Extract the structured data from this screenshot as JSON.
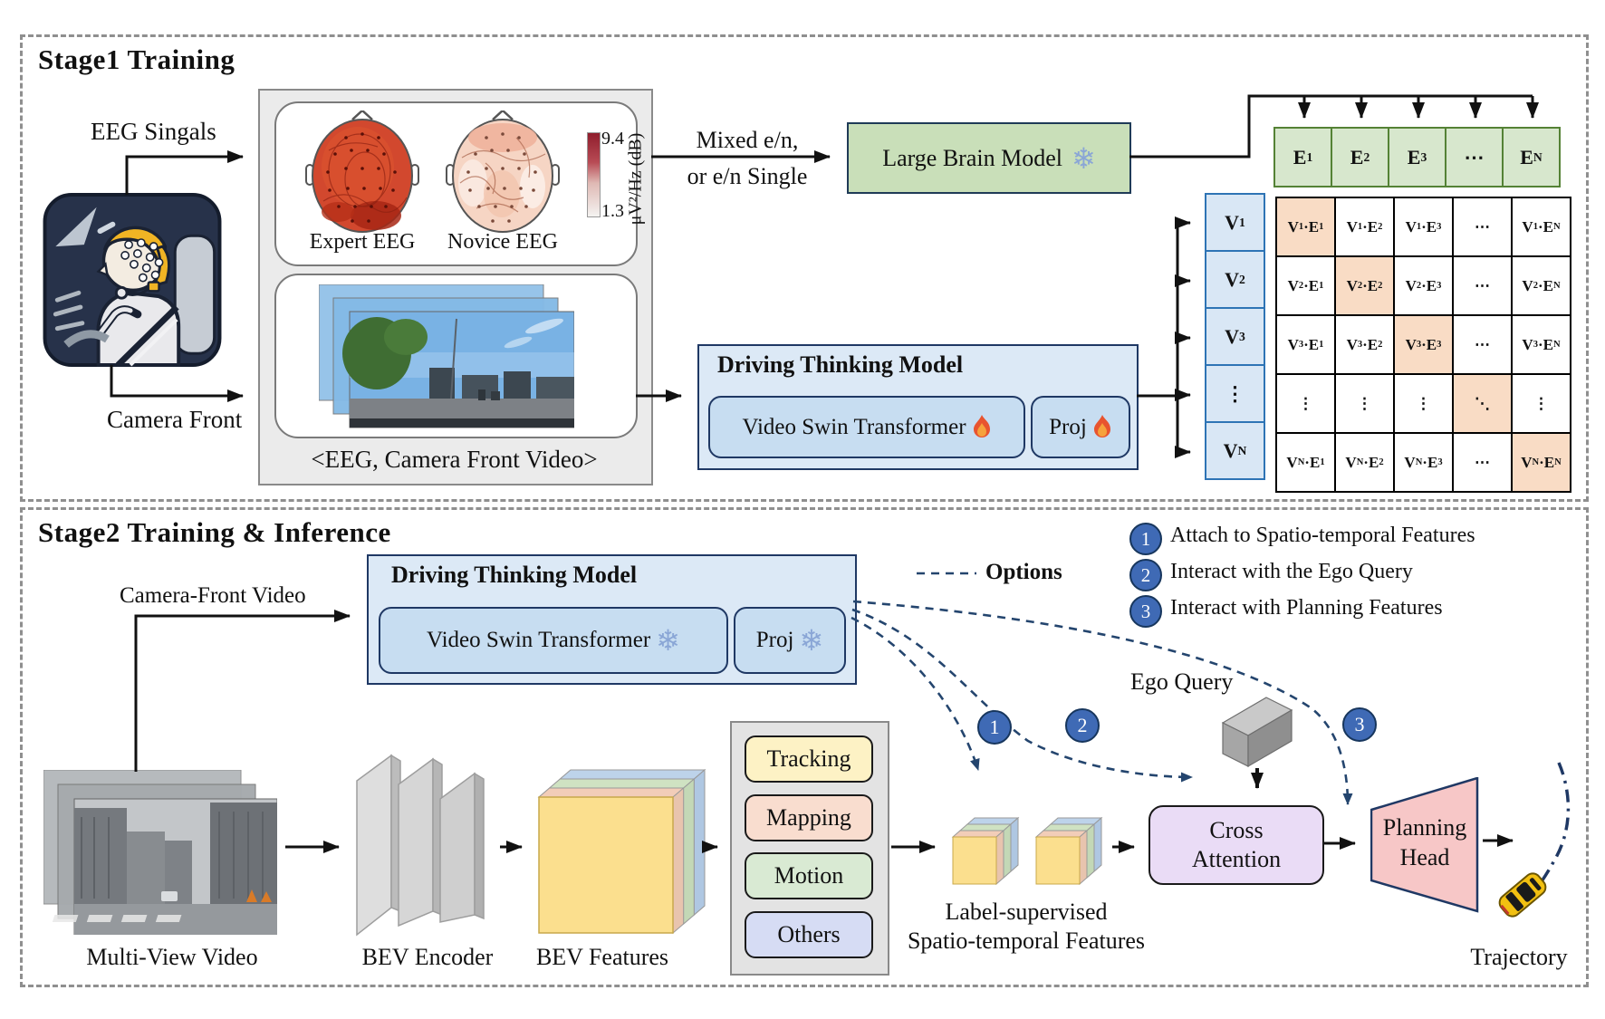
{
  "stage1": {
    "title": "Stage1 Training",
    "eeg_signals_label": "EEG Singals",
    "camera_front_label": "Camera Front",
    "eeg_panel": {
      "expert_label": "Expert EEG",
      "novice_label": "Novice EEG",
      "colorbar_max": "9.4",
      "colorbar_min": "1.3",
      "colorbar_unit": "μV²/Hz (dB)"
    },
    "pair_caption": "<EEG, Camera Front Video>",
    "mixed_line1": "Mixed e/n,",
    "mixed_line2": "or e/n Single",
    "large_brain_model_label": "Large Brain Model",
    "dtm": {
      "title": "Driving Thinking Model",
      "vst_label": "Video Swin Transformer",
      "proj_label": "Proj"
    },
    "embeddings": {
      "video_labels": [
        "V_1",
        "V_2",
        "V_3",
        "⋮",
        "V_N"
      ],
      "eeg_labels": [
        "E_1",
        "E_2",
        "E_3",
        "⋯",
        "E_N"
      ]
    },
    "matrix": {
      "rows": [
        [
          "V_1·E_1",
          "V_1·E_2",
          "V_1·E_3",
          "⋯",
          "V_1·E_N"
        ],
        [
          "V_2·E_1",
          "V_2·E_2",
          "V_2·E_3",
          "⋯",
          "V_2·E_N"
        ],
        [
          "V_3·E_1",
          "V_3·E_2",
          "V_3·E_3",
          "⋯",
          "V_3·E_N"
        ],
        [
          "⋮",
          "⋮",
          "⋮",
          "⋱",
          "⋮"
        ],
        [
          "V_N·E_1",
          "V_N·E_2",
          "V_N·E_3",
          "⋯",
          "V_N·E_N"
        ]
      ],
      "diagonal_color": "#f9dcc5"
    }
  },
  "stage2": {
    "title": "Stage2 Training & Inference",
    "camera_front_video_label": "Camera-Front Video",
    "dtm": {
      "title": "Driving Thinking Model",
      "vst_label": "Video Swin Transformer",
      "proj_label": "Proj"
    },
    "options_label": "Options",
    "legend": [
      {
        "num": "1",
        "text": "Attach to Spatio-temporal Features"
      },
      {
        "num": "2",
        "text": "Interact with the Ego Query"
      },
      {
        "num": "3",
        "text": "Interact with Planning Features"
      }
    ],
    "multi_view_label": "Multi-View Video",
    "bev_encoder_label": "BEV Encoder",
    "bev_features_label": "BEV Features",
    "tasks": [
      {
        "label": "Tracking",
        "color": "#fdf2c5"
      },
      {
        "label": "Mapping",
        "color": "#f9ddcf"
      },
      {
        "label": "Motion",
        "color": "#d9ead3"
      },
      {
        "label": "Others",
        "color": "#d6dcf4"
      }
    ],
    "features_caption_line1": "Label-supervised",
    "features_caption_line2": "Spatio-temporal Features",
    "ego_query_label": "Ego Query",
    "cross_attention_line1": "Cross",
    "cross_attention_line2": "Attention",
    "planning_head_line1": "Planning",
    "planning_head_line2": "Head",
    "trajectory_label": "Trajectory"
  },
  "icons": {
    "snowflake": "❄",
    "fire": "fire-icon"
  },
  "colors": {
    "frozen_box": "#c9dfb9",
    "dtm_box": "#dce9f6",
    "eeg_cell": "#d7e7cd",
    "video_cell": "#d9e7f5",
    "diag_cell": "#f9dcc5",
    "cross_attention": "#eadcf6",
    "planning_head": "#f7c7c7",
    "badge_blue": "#3f6ab5",
    "dashed_option": "#24456e"
  }
}
